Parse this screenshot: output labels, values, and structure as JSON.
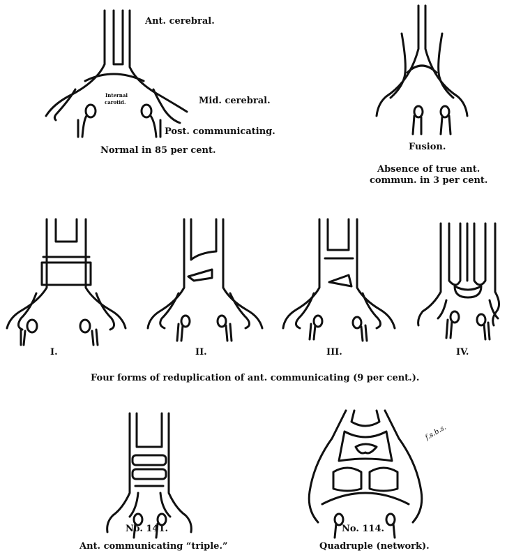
{
  "labels": {
    "ant_cerebral": "Ant. cerebral.",
    "internal_carotid_1": "Internal",
    "internal_carotid_2": "carotid.",
    "mid_cerebral": "Mid. cerebral.",
    "post_communicating": "Post. communicating.",
    "normal": "Normal in 85 per cent.",
    "fusion": "Fusion.",
    "absence_1": "Absence of true ant.",
    "absence_2": "commun. in 3 per cent.",
    "form_1": "I.",
    "form_2": "II.",
    "form_3": "III.",
    "form_4": "IV.",
    "reduplication": "Four forms of reduplication of ant. communicating (9 per cent.).",
    "no141": "No. 141.",
    "triple": "Ant. communicating “triple.”",
    "no114": "No. 114.",
    "quadruple": "Quadruple (network).",
    "signature": "f.s.b.s."
  }
}
